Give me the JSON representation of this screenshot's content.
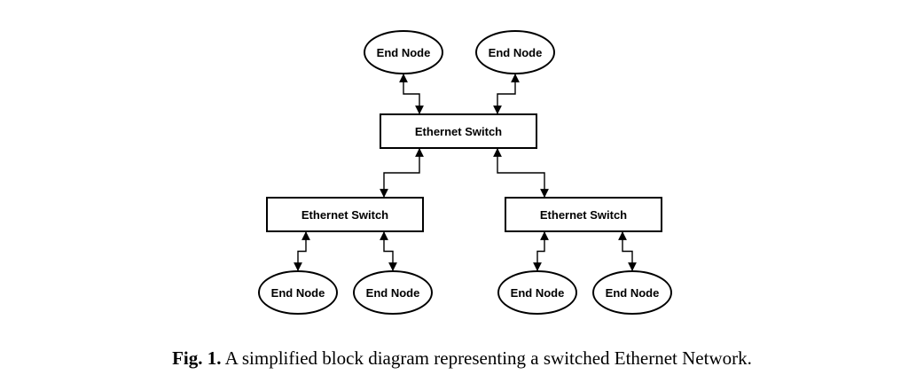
{
  "diagram": {
    "nodes": [
      {
        "id": "en_top_left",
        "kind": "end-node",
        "label": "End Node"
      },
      {
        "id": "en_top_right",
        "kind": "end-node",
        "label": "End Node"
      },
      {
        "id": "sw_core",
        "kind": "switch",
        "label": "Ethernet Switch"
      },
      {
        "id": "sw_left",
        "kind": "switch",
        "label": "Ethernet Switch"
      },
      {
        "id": "sw_right",
        "kind": "switch",
        "label": "Ethernet Switch"
      },
      {
        "id": "en_b1",
        "kind": "end-node",
        "label": "End Node"
      },
      {
        "id": "en_b2",
        "kind": "end-node",
        "label": "End Node"
      },
      {
        "id": "en_b3",
        "kind": "end-node",
        "label": "End Node"
      },
      {
        "id": "en_b4",
        "kind": "end-node",
        "label": "End Node"
      }
    ],
    "edges": [
      {
        "from": "en_top_left",
        "to": "sw_core",
        "bidirectional": true
      },
      {
        "from": "en_top_right",
        "to": "sw_core",
        "bidirectional": true
      },
      {
        "from": "sw_core",
        "to": "sw_left",
        "bidirectional": true
      },
      {
        "from": "sw_core",
        "to": "sw_right",
        "bidirectional": true
      },
      {
        "from": "sw_left",
        "to": "en_b1",
        "bidirectional": true
      },
      {
        "from": "sw_left",
        "to": "en_b2",
        "bidirectional": true
      },
      {
        "from": "sw_right",
        "to": "en_b3",
        "bidirectional": true
      },
      {
        "from": "sw_right",
        "to": "en_b4",
        "bidirectional": true
      }
    ]
  },
  "caption": {
    "label": "Fig. 1.",
    "text": "A simplified block diagram representing a switched Ethernet Network."
  }
}
